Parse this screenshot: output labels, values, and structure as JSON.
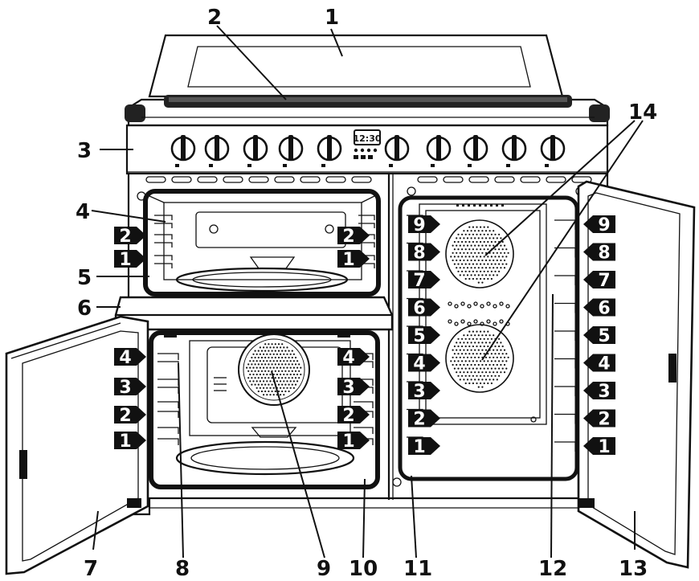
{
  "callouts": [
    {
      "id": "c1",
      "label": "1"
    },
    {
      "id": "c2",
      "label": "2"
    },
    {
      "id": "c3",
      "label": "3"
    },
    {
      "id": "c4",
      "label": "4"
    },
    {
      "id": "c5",
      "label": "5"
    },
    {
      "id": "c6",
      "label": "6"
    },
    {
      "id": "c7",
      "label": "7"
    },
    {
      "id": "c8",
      "label": "8"
    },
    {
      "id": "c9",
      "label": "9"
    },
    {
      "id": "c10",
      "label": "10"
    },
    {
      "id": "c11",
      "label": "11"
    },
    {
      "id": "c12",
      "label": "12"
    },
    {
      "id": "c13",
      "label": "13"
    },
    {
      "id": "c14",
      "label": "14"
    }
  ],
  "display": {
    "clock": "12:30"
  },
  "rack_levels": {
    "upper_oven": [
      "2",
      "1"
    ],
    "lower_oven": [
      "4",
      "3",
      "2",
      "1"
    ],
    "right_oven": [
      "9",
      "8",
      "7",
      "6",
      "5",
      "4",
      "3",
      "2",
      "1"
    ]
  },
  "colors": {
    "ink": "#111111",
    "paper": "#ffffff"
  }
}
